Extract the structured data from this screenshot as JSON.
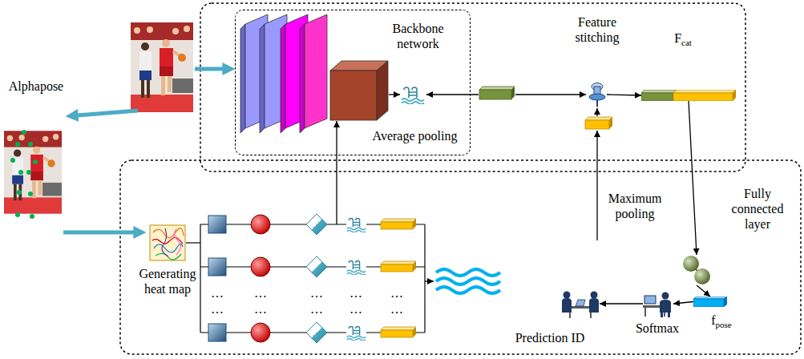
{
  "diagram": {
    "nodes": [
      {
        "text": [
          "Backbone network"
        ]
      },
      {
        "text": [
          "Average pooling"
        ],
        "in": 0
      },
      {
        "text": [
          "Feature stitching"
        ]
      },
      {
        "text": [
          "Fcat"
        ]
      },
      {
        "text": [
          "Fully connected layer"
        ]
      },
      {
        "text": [
          "fpose"
        ]
      },
      {
        "text": [
          "Softmax"
        ]
      },
      {
        "text": [
          "Prediction ID"
        ]
      },
      {
        "text": [
          "Generating heat map"
        ]
      }
    ],
    "edges": [
      {
        "from": 2,
        "to": 3,
        "arrow": "to"
      },
      {
        "from": 3,
        "to": 4,
        "arrow": "to"
      },
      {
        "from": 4,
        "to": 5,
        "arrow": "to"
      },
      {
        "from": 5,
        "to": 6,
        "arrow": "to"
      },
      {
        "from": 6,
        "to": 7,
        "arrow": "to"
      }
    ],
    "labels": [
      "Alphapose",
      "Maximum pooling",
      "…",
      "…",
      "…",
      "…",
      "…",
      "…",
      "…",
      "…",
      "…",
      "…"
    ]
  }
}
